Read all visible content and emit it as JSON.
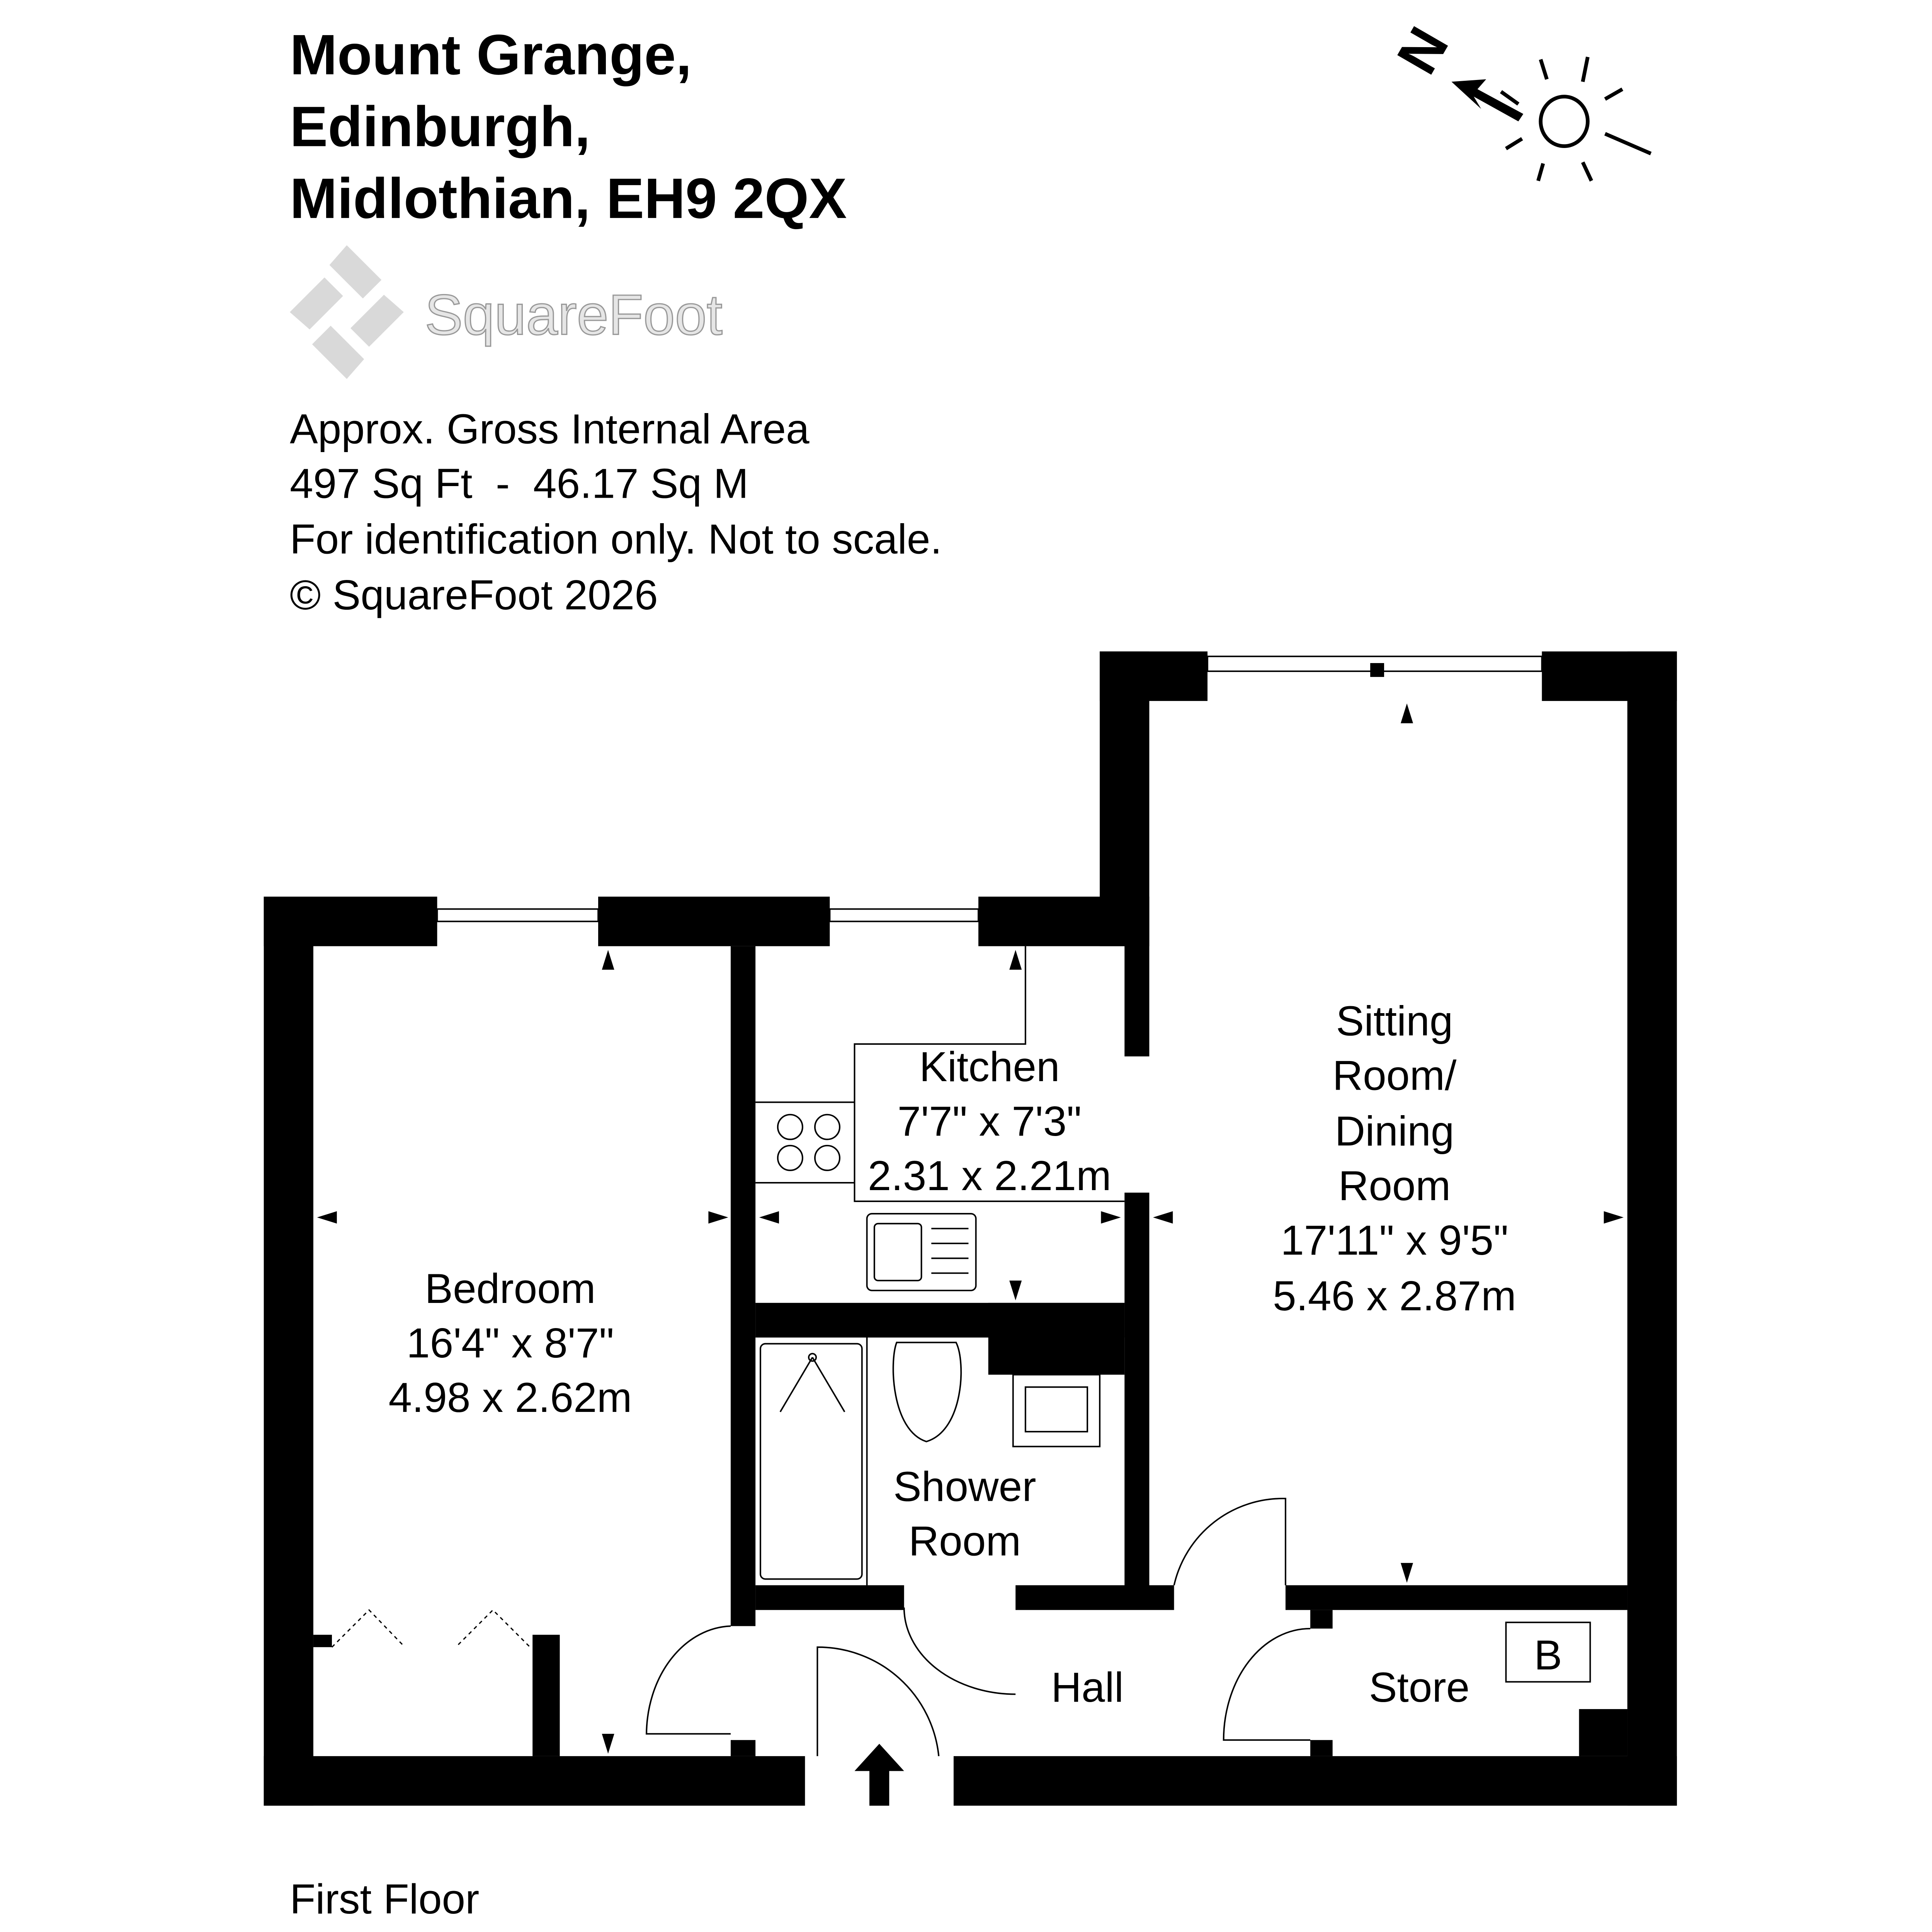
{
  "header": {
    "address_lines": [
      "Mount Grange,",
      "Edinburgh,",
      "Midlothian, EH9 2QX"
    ]
  },
  "logo": {
    "text": "SquareFoot"
  },
  "info": {
    "lines": [
      "Approx. Gross Internal Area",
      "497 Sq Ft  -  46.17 Sq M",
      "For identification only. Not to scale.",
      "© SquareFoot 2026"
    ]
  },
  "compass": {
    "letter": "N"
  },
  "rooms": {
    "bedroom": {
      "name": "Bedroom",
      "imperial": "16'4\" x 8'7\"",
      "metric": "4.98 x 2.62m"
    },
    "kitchen": {
      "name": "Kitchen",
      "imperial": "7'7\" x 7'3\"",
      "metric": "2.31 x 2.21m"
    },
    "sitting": {
      "name_lines": [
        "Sitting",
        "Room/",
        "Dining",
        "Room"
      ],
      "imperial": "17'11\" x 9'5\"",
      "metric": "5.46 x 2.87m"
    },
    "shower": {
      "name_lines": [
        "Shower",
        "Room"
      ]
    },
    "hall": {
      "name": "Hall"
    },
    "store": {
      "name": "Store",
      "boiler": "B"
    }
  },
  "floor_label": "First Floor",
  "colors": {
    "wall": "#000000",
    "logo": "#d9d9d9"
  }
}
